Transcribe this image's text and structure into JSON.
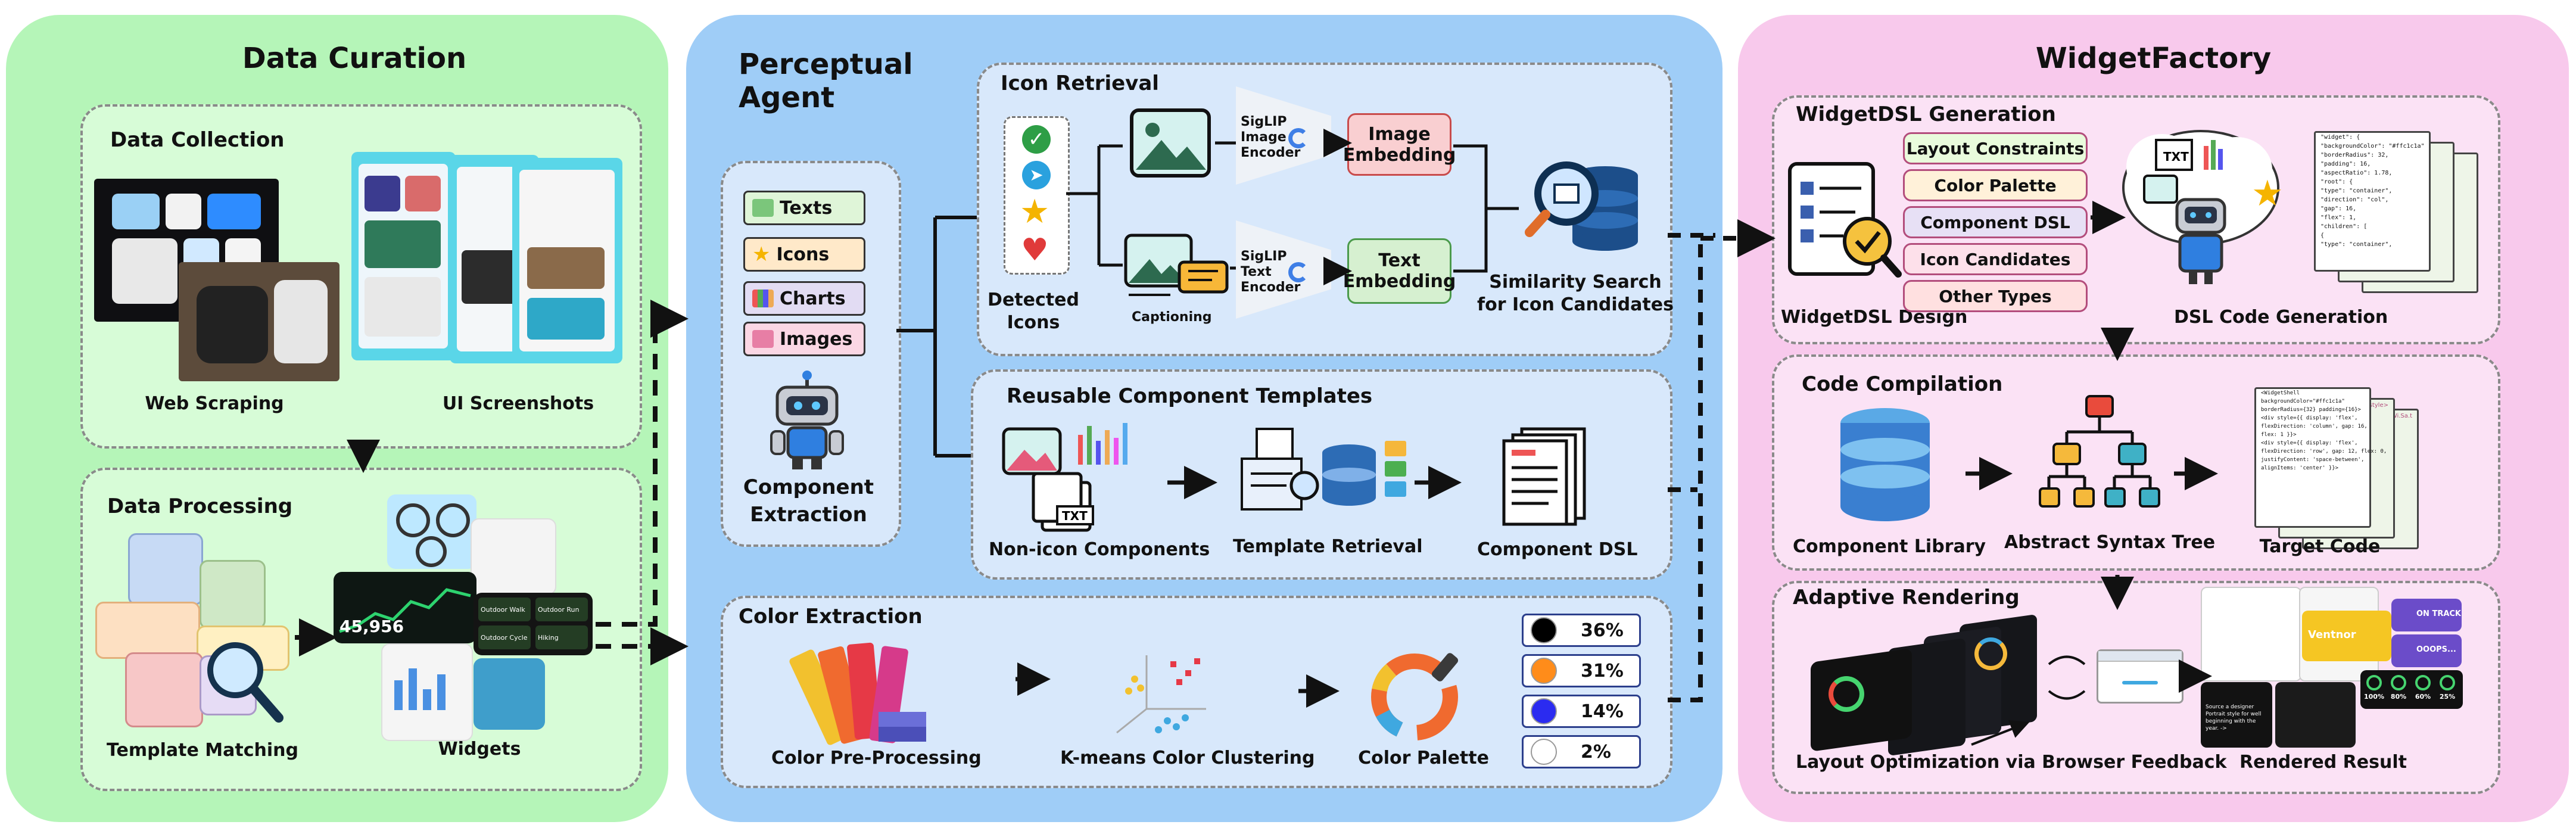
{
  "colors": {
    "green_panel": "#b5f5b8",
    "blue_panel": "#9fcdf7",
    "pink_panel": "#f8c9ec",
    "green_sub": "#d7fcd7",
    "blue_sub": "#d8e8fb",
    "pink_sub": "#fbe2f5"
  },
  "data_curation": {
    "title": "Data Curation",
    "collection": {
      "title": "Data Collection",
      "web_scraping": "Web Scraping",
      "ui_screenshots": "UI Screenshots"
    },
    "processing": {
      "title": "Data Processing",
      "template_matching": "Template Matching",
      "widgets": "Widgets",
      "widget_number": "45,956",
      "widget_text_1": "Outdoor Walk",
      "widget_text_2": "Outdoor Run",
      "widget_text_3": "Outdoor Cycle",
      "widget_text_4": "Hiking"
    }
  },
  "perceptual_agent": {
    "title": "Perceptual Agent",
    "extraction": {
      "items": [
        "Texts",
        "Icons",
        "Charts",
        "Images"
      ],
      "label": "Component Extraction"
    },
    "icon_retrieval": {
      "title": "Icon Retrieval",
      "detected_icons": "Detected Icons",
      "captioning": "Captioning",
      "image_encoder": "SigLIP Image Encoder",
      "text_encoder": "SigLIP Text Encoder",
      "image_embedding": "Image Embedding",
      "text_embedding": "Text Embedding",
      "similarity": "Similarity Search for Icon Candidates"
    },
    "templates": {
      "title": "Reusable Component Templates",
      "non_icon": "Non-icon Components",
      "retrieval": "Template Retrieval",
      "dsl": "Component DSL",
      "txt": "TXT"
    },
    "color_extraction": {
      "title": "Color Extraction",
      "preprocessing": "Color Pre-Processing",
      "kmeans": "K-means Color Clustering",
      "palette": "Color Palette",
      "swatches": [
        {
          "color": "#000000",
          "value": "36%"
        },
        {
          "color": "#ff8c1a",
          "value": "31%"
        },
        {
          "color": "#2b2bf0",
          "value": "14%"
        },
        {
          "color": "#ffffff",
          "value": "2%"
        }
      ]
    }
  },
  "widget_factory": {
    "title": "WidgetFactory",
    "dsl_generation": {
      "title": "WidgetDSL Generation",
      "items": [
        "Layout Constraints",
        "Color Palette",
        "Component DSL",
        "Icon Candidates",
        "Other Types"
      ],
      "item_colors": [
        "#e9fbdc",
        "#fff1d9",
        "#e7e0f5",
        "#fde0ea",
        "#ffe0e0"
      ],
      "design": "WidgetDSL Design",
      "codegen": "DSL Code Generation",
      "code_lines": [
        "\"widget\": {",
        "\"backgroundColor\": \"#ffc1c1a\"",
        "\"borderRadius\": 32,",
        "\"padding\": 16,",
        "\"aspectRatio\": 1.78,",
        "\"root\": {",
        "\"type\": \"container\",",
        "\"direction\": \"col\",",
        "\"gap\": 16,",
        "\"flex\": 1,",
        "\"children\": [",
        "{",
        "\"type\": \"container\","
      ],
      "txt": "TXT"
    },
    "compilation": {
      "title": "Code Compilation",
      "library": "Component Library",
      "ast": "Abstract Syntax Tree",
      "target": "Target Code",
      "code_lines": [
        "<WidgetShell",
        "backgroundColor=\"#ffc1c1a\"",
        "borderRadius={32} padding={16}>",
        "<div style={{ display: 'flex',",
        "flexDirection: 'column', gap: 16,",
        "flex: 1 }}>",
        "<div style={{ display: 'flex',",
        "flexDirection: 'row', gap: 12, flex: 0,",
        "justifyContent: 'space-between',",
        "alignItems: 'center' }}>"
      ],
      "tab_label": "<div style>",
      "tab_label_2": "Wi.Sa.t"
    },
    "rendering": {
      "title": "Adaptive Rendering",
      "optimization": "Layout Optimization via Browser Feedback",
      "result": "Rendered Result",
      "on_track": "ON TRACK",
      "oops": "OOOPS...",
      "percents": [
        "100%",
        "80%",
        "60%",
        "25%"
      ],
      "promo": "Source a designer Portrait style for well beginning with the year. ->",
      "result_label": "Ventnor"
    }
  }
}
